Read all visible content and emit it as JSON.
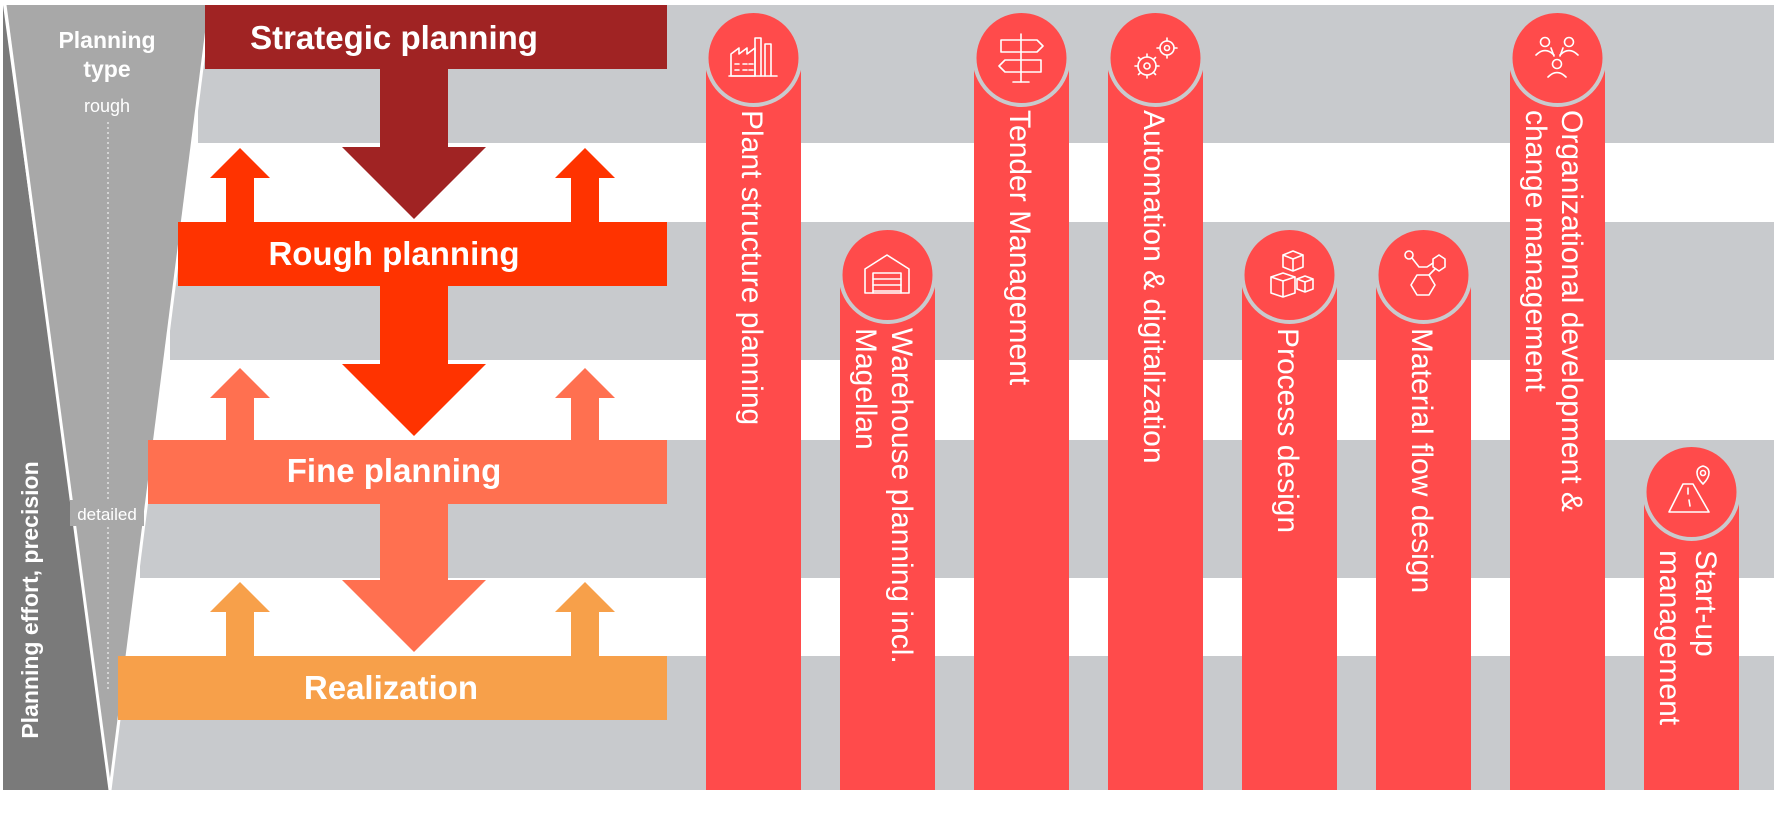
{
  "funnel": {
    "title_line1": "Planning",
    "title_line2": "type",
    "rough_label": "rough",
    "detailed_label": "detailed",
    "axis_label": "Planning effort, precision"
  },
  "phases": [
    {
      "label": "Strategic planning",
      "color": "#a02323"
    },
    {
      "label": "Rough planning",
      "color": "#ff3300"
    },
    {
      "label": "Fine planning",
      "color": "#ff7050"
    },
    {
      "label": "Realization",
      "color": "#f7a04a"
    }
  ],
  "columns": [
    {
      "lines": [
        "Plant structure planning"
      ],
      "icon": "factory-icon"
    },
    {
      "lines": [
        "Warehouse planning incl.",
        "Magellan"
      ],
      "icon": "warehouse-icon"
    },
    {
      "lines": [
        "Tender Management"
      ],
      "icon": "signpost-icon"
    },
    {
      "lines": [
        "Automation & digitalization"
      ],
      "icon": "gears-icon"
    },
    {
      "lines": [
        "Process design"
      ],
      "icon": "boxes-icon"
    },
    {
      "lines": [
        "Material flow design"
      ],
      "icon": "molecule-icon"
    },
    {
      "lines": [
        "Organizational development &",
        "change management"
      ],
      "icon": "people-icon"
    },
    {
      "lines": [
        "Start-up",
        "management"
      ],
      "icon": "road-pin-icon"
    }
  ],
  "colors": {
    "column": "#ff4b4b",
    "band_gray": "#c8cacd",
    "funnel_dark": "#7a7a7a",
    "funnel_light": "#a8a8a8"
  }
}
